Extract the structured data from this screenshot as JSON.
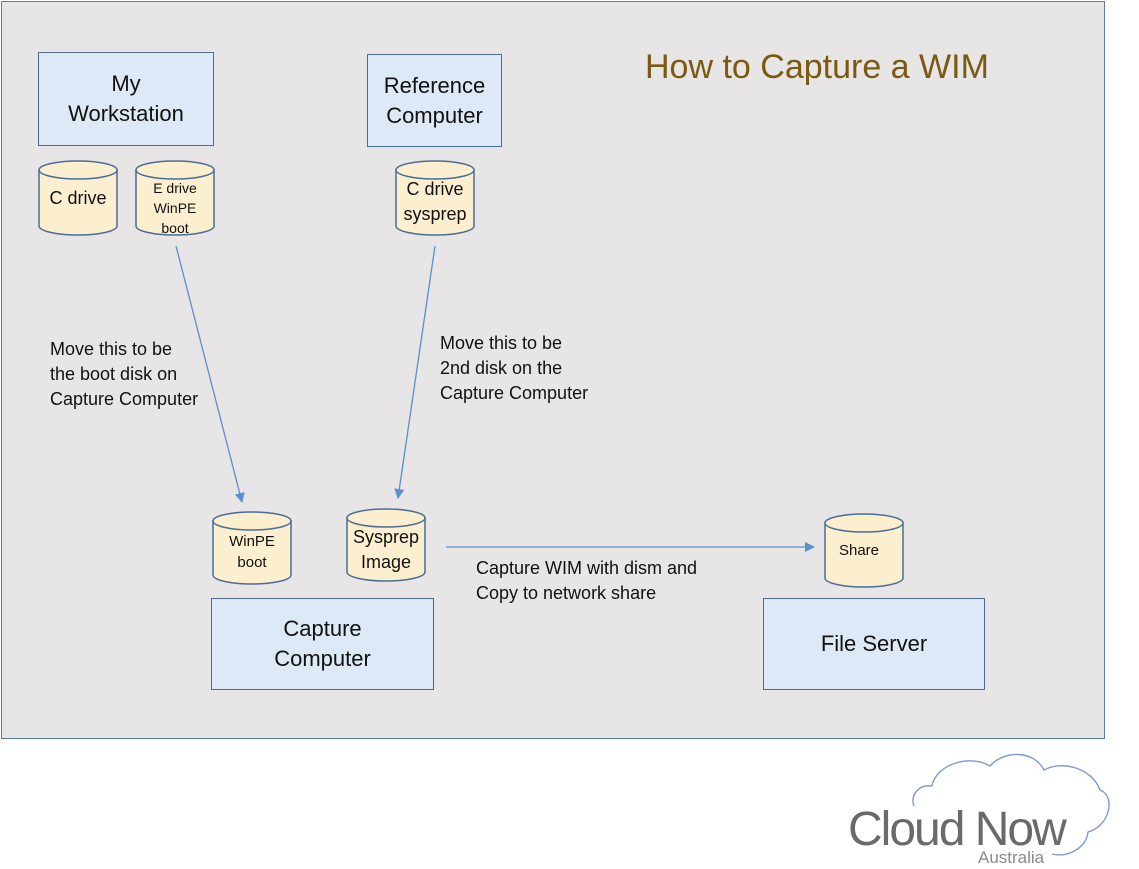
{
  "title": "How to Capture a WIM",
  "boxes": {
    "my_workstation": "My\nWorkstation",
    "reference_computer": "Reference\nComputer",
    "capture_computer": "Capture\nComputer",
    "file_server": "File Server"
  },
  "disks": {
    "workstation_c": "C drive",
    "workstation_e": "E drive\nWinPE\nboot",
    "reference_c": "C drive\nsysprep",
    "capture_winpe": "WinPE\nboot",
    "capture_sysprep": "Sysprep\nImage",
    "server_share": "Share"
  },
  "notes": {
    "move_boot": "Move this to be\nthe boot disk on\nCapture Computer",
    "move_second": "Move this to be\n2nd disk on the\nCapture Computer",
    "capture_wim": "Capture WIM with dism and\nCopy to network share"
  },
  "logo": {
    "brand": "Cloud Now",
    "sub": "Australia"
  },
  "colors": {
    "background": "#e7e5e6",
    "box_fill": "#dde9f6",
    "box_border": "#4a6c96",
    "disk_fill": "#fcefcf",
    "disk_border": "#4a6c96",
    "arrow": "#5b8fcf",
    "title": "#7a5a10"
  }
}
